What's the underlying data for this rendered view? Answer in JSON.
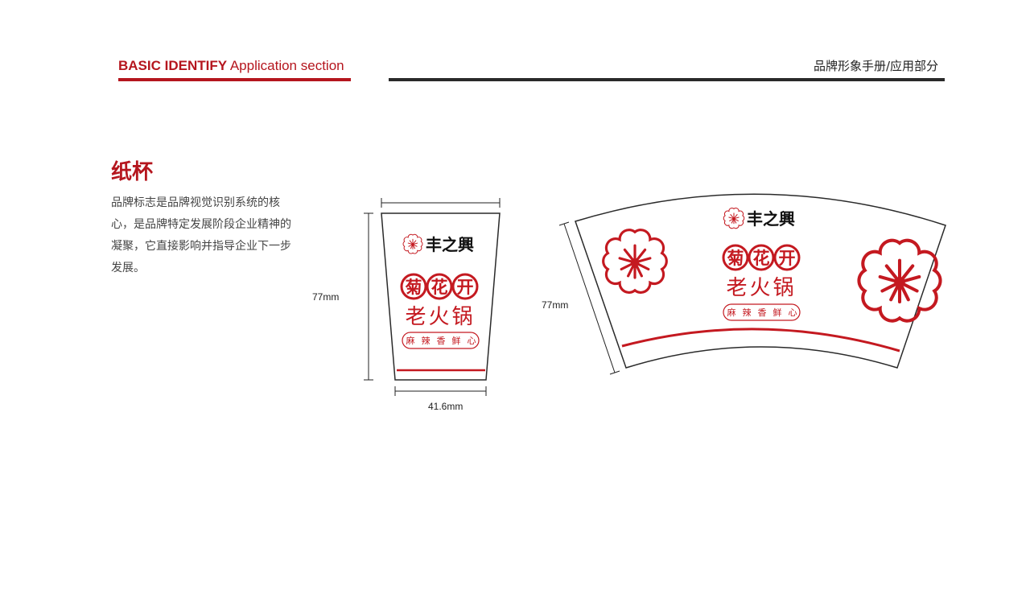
{
  "header": {
    "left_bold": "BASIC IDENTIFY",
    "left_rest": " Application section",
    "right": "品牌形象手册/应用部分"
  },
  "section": {
    "title": "纸杯",
    "description": "品牌标志是品牌视觉识别系统的核心，是品牌特定发展阶段企业精神的凝聚，它直接影响并指导企业下一步发展。"
  },
  "cup": {
    "brand_name": "丰之興",
    "badge_chars": [
      "菊",
      "花",
      "开"
    ],
    "subtitle": "老火锅",
    "slogan_chars": [
      "麻",
      "辣",
      "香",
      "鲜",
      "心"
    ],
    "height_label": "77mm",
    "bottom_width_label": "41.6mm"
  },
  "unrolled": {
    "height_label": "77mm"
  },
  "colors": {
    "brand_red": "#c41920",
    "header_red": "#b5161e",
    "dark": "#2a2a2a"
  },
  "icons": [
    "chrysanthemum-icon"
  ]
}
